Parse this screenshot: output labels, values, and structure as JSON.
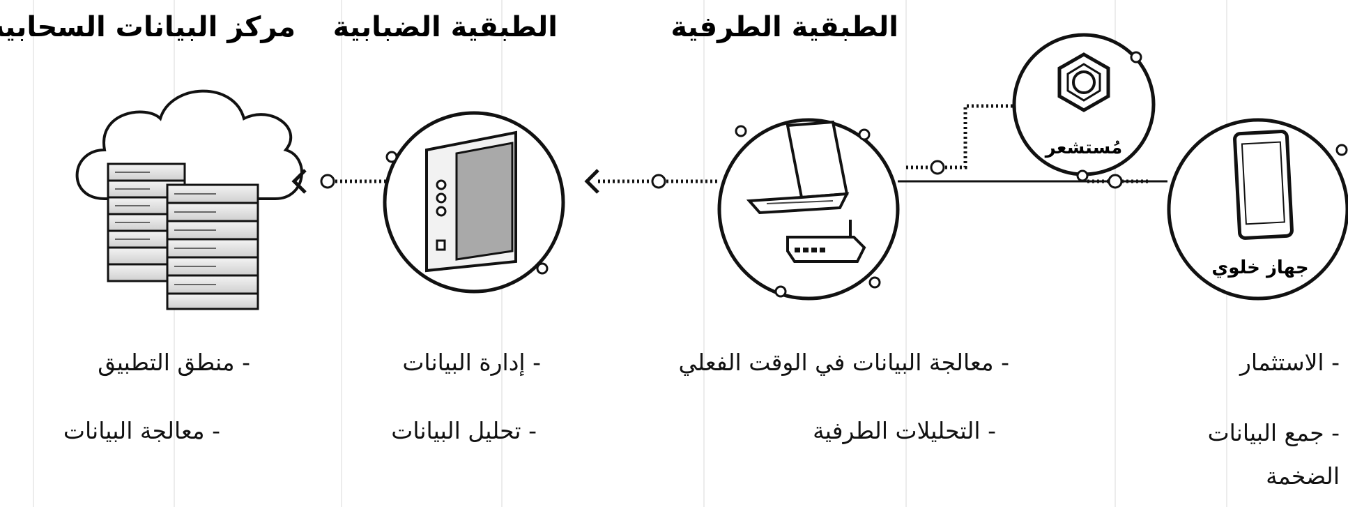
{
  "tiers": {
    "cloud": {
      "title": "مركز البيانات السحابية",
      "items": [
        "- منطق التطبيق",
        "- معالجة البيانات"
      ]
    },
    "fog": {
      "title": "الطبقية الضبابية",
      "items": [
        "- إدارة البيانات",
        "- تحليل البيانات"
      ]
    },
    "edge": {
      "title": "الطبقية الطرفية",
      "items": [
        "- معالجة البيانات في الوقت الفعلي",
        "- التحليلات الطرفية"
      ]
    },
    "device": {
      "items": [
        "- الاستثمار",
        "- جمع البيانات الضخمة"
      ]
    }
  },
  "nodes": {
    "sensor_label": "مُستشعر",
    "mobile_label": "جهاز خلوي"
  },
  "colors": {
    "stroke": "#111111",
    "fill": "#ffffff",
    "panel": "#a9a9a9"
  }
}
